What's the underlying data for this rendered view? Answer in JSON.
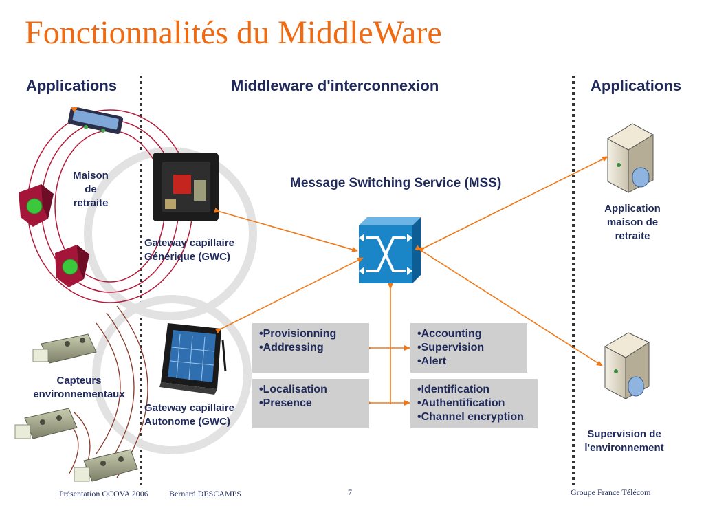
{
  "slide": {
    "title": "Fonctionnalités du MiddleWare",
    "header_left": "Applications",
    "header_center": "Middleware d'interconnexion",
    "header_right": "Applications",
    "mss_label": "Message Switching Service (MSS)",
    "maison_label": "Maison de retraite",
    "gwc_generic_label": "Gateway capillaire Générique (GWC)",
    "capteurs_label": "Capteurs environnementaux",
    "gwc_autonome_label": "Gateway capillaire Autonome (GWC)",
    "app_maison_label": "Application maison de retraite",
    "supervision_label": "Supervision de l'environnement",
    "box_top_left": [
      "•Provisionning",
      "•Addressing"
    ],
    "box_top_right": [
      "•Accounting",
      "•Supervision",
      "•Alert"
    ],
    "box_bottom_left": [
      "•Localisation",
      "•Presence"
    ],
    "box_bottom_right": [
      "•Identification",
      "•Authentification",
      "•Channel encryption"
    ]
  },
  "footer": {
    "presentation": "Présentation OCOVA 2006",
    "author": "Bernard DESCAMPS",
    "page": "7",
    "company": "Groupe France Télécom"
  },
  "colors": {
    "title": "#f06a12",
    "text": "#1f2a5a",
    "arrow": "#f07a1a",
    "box_fill": "#cfcfcf",
    "switch_blue": "#1a86c8",
    "divider": "#333333"
  },
  "icons": [
    "server-icon",
    "switch-icon",
    "gateway-icon",
    "tablet-icon",
    "sensor-icon",
    "alarm-icon"
  ]
}
